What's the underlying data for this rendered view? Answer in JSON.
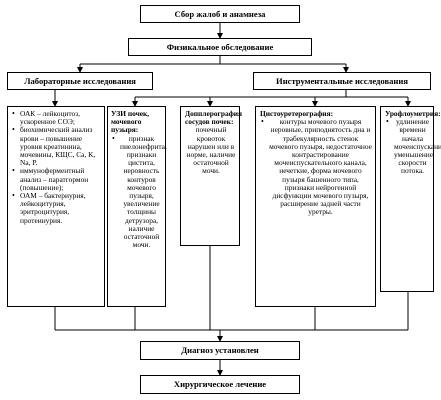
{
  "top": {
    "label": "Сбор жалоб и анамнеза"
  },
  "exam": {
    "label": "Физикальное обследование"
  },
  "lab": {
    "label": "Лабораторные исследования",
    "items": [
      "ОАК – лейкоцитоз, ускоренное СОЭ;",
      "биохимический анализ крови – повышение уровня креатинина, мочевины, КЩС, Ca, K, Na, P.",
      "иммуноферментный анализ – паратгормон (повышение);",
      "ОАМ – бактериурия, лейкоцитурия, эритроцитурия, протеинурия."
    ]
  },
  "instr": {
    "label": "Инструментальные исследования"
  },
  "uzi": {
    "title": "УЗИ почек, мочевого пузыря:",
    "items": [
      "признак пиелонефрита, признаки цистита, неровность контуров мочевого пузыря, увеличение толщины детрузора, наличие остаточной мочи."
    ]
  },
  "doppler": {
    "title": "Допплерография сосудов почек:",
    "text": "почечный кровоток нарушен или в норме, наличие остаточной мочи."
  },
  "cysto": {
    "title": "Цистоуретерография:",
    "items": [
      "контуры мочевого пузыря неровные, приподнятость дна и трабекулярность стенок мочевого пузыря, недостаточное контрастирование мочеиспускательного канала, нечеткие, форма мочевого пузыря башенного типа, признаки нейрогенной дисфункции мочевого пузыря, расширение задней части уретры."
    ]
  },
  "uroflow": {
    "title": "Урофлоуметрия:",
    "items": [
      "удлинение времени начала мочеиспускания, уменьшение скорости потока."
    ]
  },
  "diag": {
    "label": "Диагноз установлен"
  },
  "surg": {
    "label": "Хирургическое лечение"
  }
}
